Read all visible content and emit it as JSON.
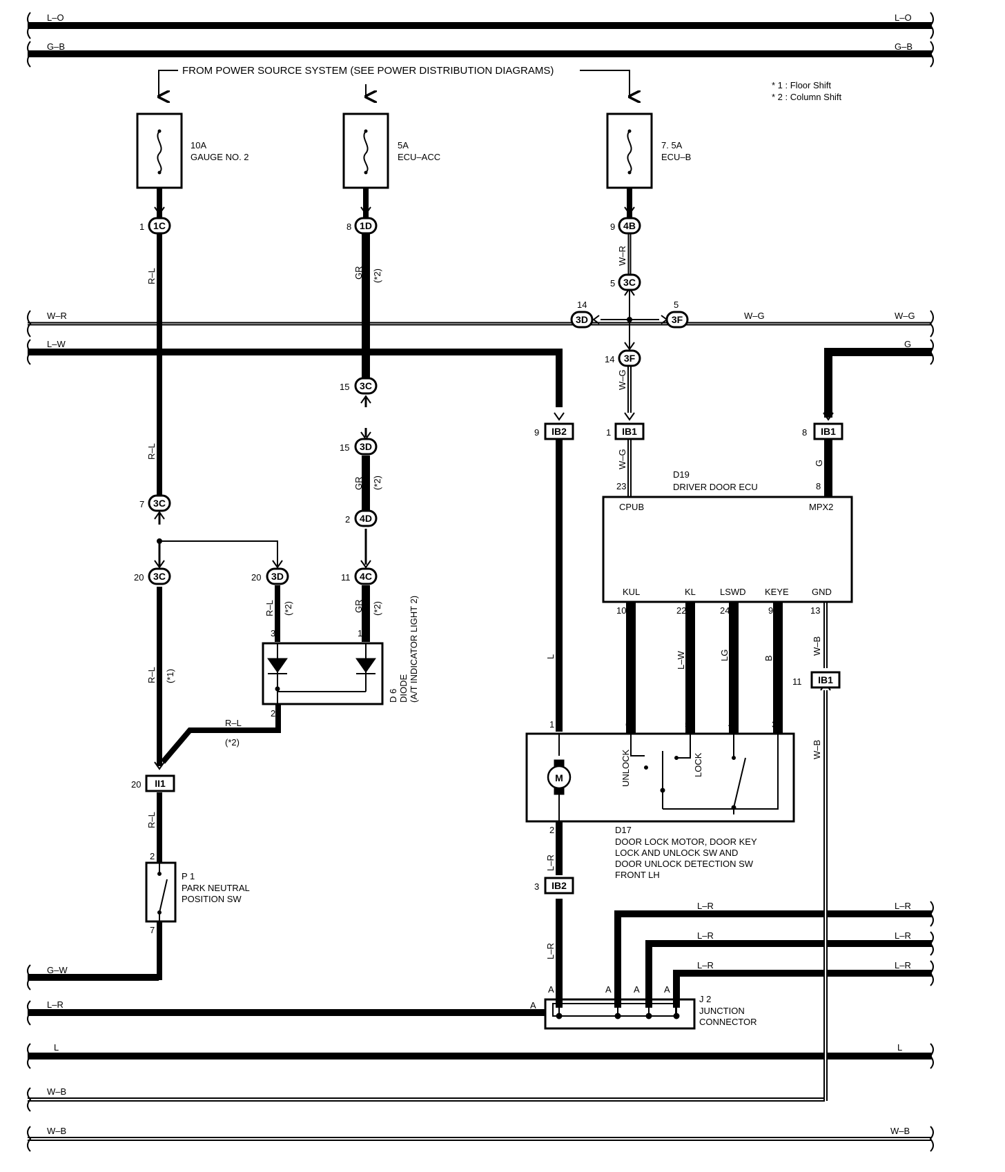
{
  "power_note": "FROM POWER SOURCE SYSTEM (SEE POWER DISTRIBUTION DIAGRAMS)",
  "notes": [
    "*  1 : Floor Shift",
    "*  2 : Column Shift"
  ],
  "buses": {
    "L-O": "L–O",
    "G-B": "G–B",
    "W-R": "W–R",
    "W-G": "W–G",
    "L-W": "L–W",
    "G": "G",
    "G-W": "G–W",
    "L-R": "L–R",
    "L": "L",
    "W-B": "W–B"
  },
  "fuses": [
    {
      "amp": "10A",
      "name": "GAUGE NO. 2"
    },
    {
      "amp": "5A",
      "name": "ECU–ACC"
    },
    {
      "amp": "7. 5A",
      "name": "ECU–B"
    }
  ],
  "connectors": {
    "1C": "1C",
    "1D": "1D",
    "4B": "4B",
    "3C": "3C",
    "3D": "3D",
    "3F": "3F",
    "4D": "4D",
    "4C": "4C",
    "IB2": "IB2",
    "IB1": "IB1",
    "II1": "II1"
  },
  "pins": {
    "p1": "1",
    "p8": "8",
    "p9": "9",
    "p5": "5",
    "p14": "14",
    "p15": "15",
    "p7": "7",
    "p20": "20",
    "p2": "2",
    "p11": "11",
    "p23": "23",
    "p10": "10",
    "p22": "22",
    "p24": "24",
    "p13": "13",
    "p6": "6",
    "p4": "4",
    "p3": "3",
    "pA": "A"
  },
  "wires": {
    "R-L": "R–L",
    "GR": "GR",
    "W-R": "W–R",
    "W-G": "W–G",
    "G": "G",
    "L": "L",
    "L-W": "L–W",
    "LG": "LG",
    "B": "B",
    "W-B": "W–B",
    "L-R": "L–R",
    "star2": "(*2)",
    "star1": "(*1)"
  },
  "ecu": {
    "code": "D19",
    "name": "DRIVER DOOR ECU",
    "CPUB": "CPUB",
    "MPX2": "MPX2",
    "KUL": "KUL",
    "KL": "KL",
    "LSWD": "LSWD",
    "KEYE": "KEYE",
    "GND": "GND"
  },
  "diode": {
    "code": "D 6",
    "name": "DIODE",
    "sub": "(A/T INDICATOR LIGHT 2)"
  },
  "motor": {
    "code": "D17",
    "symbol": "M",
    "unlock": "UNLOCK",
    "lock": "LOCK",
    "lines": [
      "DOOR LOCK MOTOR,  DOOR KEY",
      "LOCK AND UNLOCK SW AND",
      "DOOR UNLOCK DETECTION SW",
      "FRONT LH"
    ]
  },
  "park": {
    "code": "P 1",
    "lines": [
      "PARK NEUTRAL",
      "POSITION SW"
    ]
  },
  "junction": {
    "code": "J 2",
    "lines": [
      "JUNCTION",
      "CONNECTOR"
    ]
  }
}
